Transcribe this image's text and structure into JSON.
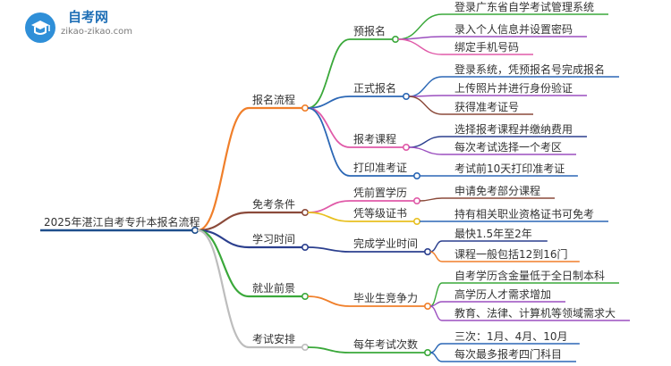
{
  "logo": {
    "title": "自考网",
    "url_text": "zikao-zikao.com"
  },
  "mindmap": {
    "root": "2025年湛江自考专升本报名流程",
    "branches": [
      {
        "label": "报名流程",
        "color": "#f07f2a",
        "children": [
          {
            "label": "预报名",
            "color": "#3aa83a",
            "leaves": [
              "登录广东省自学考试管理系统",
              "录入个人信息并设置密码",
              "绑定手机号码"
            ],
            "leaf_colors": [
              "#3aa83a",
              "#9b4fbf",
              "#e05aa8"
            ]
          },
          {
            "label": "正式报名",
            "color": "#2b67b5",
            "leaves": [
              "登录系统，凭预报名号完成报名",
              "上传照片并进行身份验证",
              "获得准考证号"
            ],
            "leaf_colors": [
              "#2b67b5",
              "#9b4fbf",
              "#8b4a3a"
            ]
          },
          {
            "label": "报考课程",
            "color": "#e05aa8",
            "leaves": [
              "选择报考课程并缴纳费用",
              "每次考试选择一个考区"
            ],
            "leaf_colors": [
              "#2b3f8e",
              "#9b4fbf"
            ]
          },
          {
            "label": "打印准考证",
            "color": "#2b67b5",
            "leaves": [
              "考试前10天打印准考证"
            ],
            "leaf_colors": [
              "#2b67b5"
            ]
          }
        ]
      },
      {
        "label": "免考条件",
        "color": "#8b4a3a",
        "children": [
          {
            "label": "凭前置学历",
            "color": "#e05aa8",
            "leaves": [
              "申请免考部分课程"
            ],
            "leaf_colors": [
              "#8b4a3a"
            ]
          },
          {
            "label": "凭等级证书",
            "color": "#e8c020",
            "leaves": [
              "持有相关职业资格证书可免考"
            ],
            "leaf_colors": [
              "#2b67b5"
            ]
          }
        ]
      },
      {
        "label": "学习时间",
        "color": "#2b3f8e",
        "children": [
          {
            "label": "完成学业时间",
            "color": "#2b3f8e",
            "leaves": [
              "最快1.5年至2年",
              "课程一般包括12到16门"
            ],
            "leaf_colors": [
              "#2b3f8e",
              "#f07f2a"
            ]
          }
        ]
      },
      {
        "label": "就业前景",
        "color": "#3aa83a",
        "children": [
          {
            "label": "毕业生竞争力",
            "color": "#f07f2a",
            "leaves": [
              "自考学历含金量低于全日制本科",
              "高学历人才需求增加",
              "教育、法律、计算机等领域需求大"
            ],
            "leaf_colors": [
              "#3aa83a",
              "#9b4fbf",
              "#9b4fbf"
            ]
          }
        ]
      },
      {
        "label": "考试安排",
        "color": "#bdbdbd",
        "children": [
          {
            "label": "每年考试次数",
            "color": "#3aa83a",
            "leaves": [
              "三次：1月、4月、10月",
              "每次最多报考四门科目"
            ],
            "leaf_colors": [
              "#2b67b5",
              "#2b67b5"
            ]
          }
        ]
      }
    ]
  }
}
